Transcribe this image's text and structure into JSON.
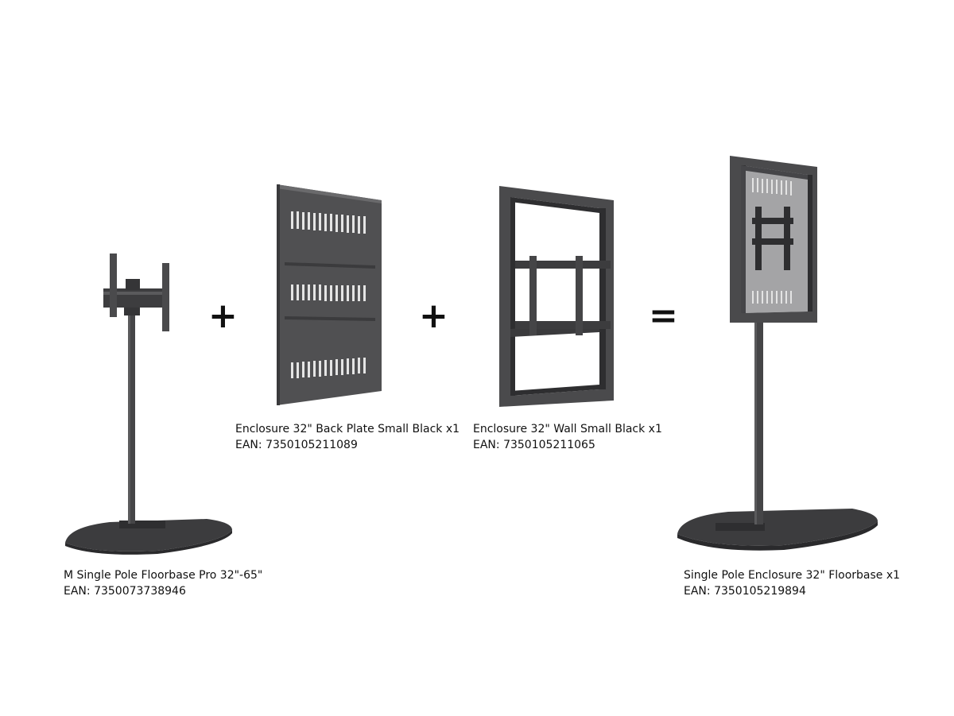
{
  "products": [
    {
      "name": "M Single Pole Floorbase Pro 32\"-65\"",
      "ean": "EAN: 7350073738946",
      "icon": "floorbase-stand"
    },
    {
      "name": "Enclosure 32\" Back Plate Small Black x1",
      "ean": "EAN: 7350105211089",
      "icon": "back-plate"
    },
    {
      "name": "Enclosure 32\" Wall Small Black x1",
      "ean": "EAN: 7350105211065",
      "icon": "wall-enclosure-frame"
    },
    {
      "name": "Single Pole Enclosure 32\" Floorbase x1",
      "ean": "EAN: 7350105219894",
      "icon": "assembled-enclosure-stand"
    }
  ],
  "operators": {
    "plus": "+",
    "equals": "="
  },
  "colors": {
    "metal_dark": "#3a3a3c",
    "metal_mid": "#4d4d4f",
    "metal_light": "#6a6a6c",
    "slot_light": "#e8e8e8",
    "background": "#ffffff"
  }
}
